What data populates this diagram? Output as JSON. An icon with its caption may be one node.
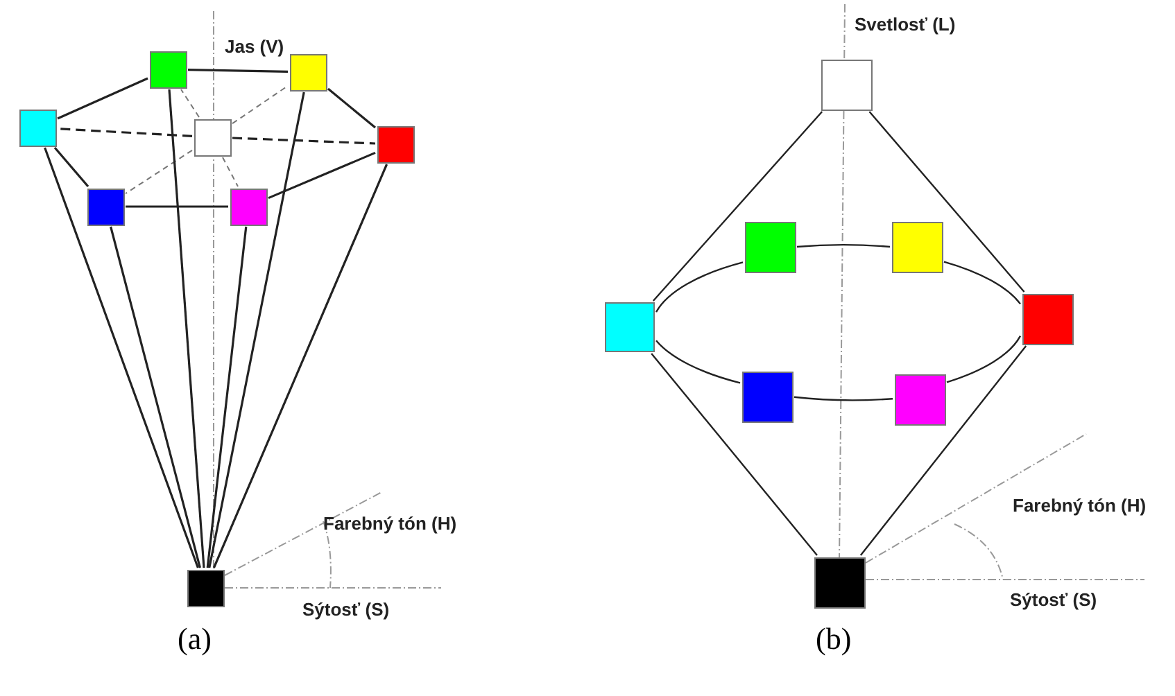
{
  "diagram": {
    "nodes": [
      {
        "text": [],
        "shape": "box"
      },
      {
        "text": [],
        "shape": "box"
      },
      {
        "text": [],
        "shape": "box"
      },
      {
        "text": [],
        "shape": "box"
      },
      {
        "text": [],
        "shape": "box"
      },
      {
        "text": [],
        "shape": "box"
      },
      {
        "text": [],
        "shape": "box"
      },
      {
        "text": [],
        "shape": "box"
      },
      {
        "text": [],
        "shape": "box"
      },
      {
        "text": [],
        "shape": "box"
      },
      {
        "text": [],
        "shape": "box"
      },
      {
        "text": [],
        "shape": "box"
      },
      {
        "text": [],
        "shape": "box"
      },
      {
        "text": [],
        "shape": "box"
      },
      {
        "text": [],
        "shape": "box"
      },
      {
        "text": [],
        "shape": "box"
      }
    ],
    "edges": [
      {
        "from": 0,
        "to": 1,
        "arrow": "none"
      },
      {
        "from": 1,
        "to": 4,
        "arrow": "none"
      },
      {
        "from": 4,
        "to": 6,
        "arrow": "none"
      },
      {
        "from": 6,
        "to": 5,
        "arrow": "none"
      },
      {
        "from": 5,
        "to": 2,
        "arrow": "none"
      },
      {
        "from": 2,
        "to": 0,
        "arrow": "none"
      },
      {
        "from": 3,
        "to": 0,
        "arrow": "none",
        "style": "dashed",
        "color": "#777777"
      },
      {
        "from": 3,
        "to": 1,
        "arrow": "none",
        "style": "dashed",
        "color": "#777777"
      },
      {
        "from": 3,
        "to": 2,
        "arrow": "none",
        "style": "dashed"
      },
      {
        "from": 3,
        "to": 4,
        "arrow": "none",
        "style": "dashed"
      },
      {
        "from": 3,
        "to": 5,
        "arrow": "none",
        "style": "dashed",
        "color": "#777777"
      },
      {
        "from": 3,
        "to": 6,
        "arrow": "none",
        "style": "dashed",
        "color": "#777777"
      },
      {
        "from": 7,
        "to": 2,
        "arrow": "none"
      },
      {
        "from": 7,
        "to": 5,
        "arrow": "none"
      },
      {
        "from": 7,
        "to": 0,
        "arrow": "none"
      },
      {
        "from": 7,
        "to": 6,
        "arrow": "none"
      },
      {
        "from": 7,
        "to": 1,
        "arrow": "none"
      },
      {
        "from": 7,
        "to": 4,
        "arrow": "none"
      },
      {
        "from": 8,
        "to": 11,
        "arrow": "none"
      },
      {
        "from": 8,
        "to": 12,
        "arrow": "none"
      },
      {
        "from": 15,
        "to": 11,
        "arrow": "none"
      },
      {
        "from": 15,
        "to": 12,
        "arrow": "none"
      },
      {
        "from": 11,
        "to": 9,
        "arrow": "none"
      },
      {
        "from": 9,
        "to": 10,
        "arrow": "none"
      },
      {
        "from": 10,
        "to": 12,
        "arrow": "none"
      },
      {
        "from": 12,
        "to": 14,
        "arrow": "none"
      },
      {
        "from": 14,
        "to": 13,
        "arrow": "none"
      },
      {
        "from": 13,
        "to": 11,
        "arrow": "none"
      }
    ],
    "labels": [
      "Jas (V)",
      "Farebný tón (H)",
      "Sýtosť (S)",
      "(a)",
      "Svetlosť (L)",
      "Farebný tón (H)",
      "Sýtosť (S)",
      "(b)"
    ]
  }
}
